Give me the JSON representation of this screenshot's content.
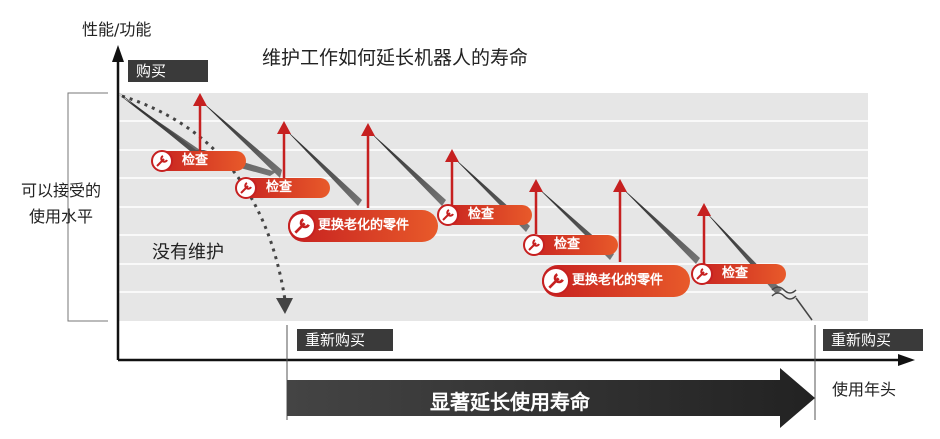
{
  "axes": {
    "y_label": "性能/功能",
    "x_label": "使用年头"
  },
  "title": "维护工作如何延长机器人的寿命",
  "left_label": {
    "line1": "可以接受的",
    "line2": "使用水平"
  },
  "no_maintenance_label": "没有维护",
  "tags": {
    "purchase": "购买",
    "rebuy_1": "重新购买",
    "rebuy_2": "重新购买"
  },
  "pills": {
    "p1": "检查",
    "p2": "检查",
    "p3": "更换老化的零件",
    "p4": "检查",
    "p5": "检查",
    "p6": "更换老化的零件",
    "p7": "检查"
  },
  "bottom_arrow_label": "显著延长使用寿命",
  "colors": {
    "accent_red": "#c62020",
    "band_gray": "#e6e6e6",
    "dark_tag": "#3a3a3a"
  }
}
